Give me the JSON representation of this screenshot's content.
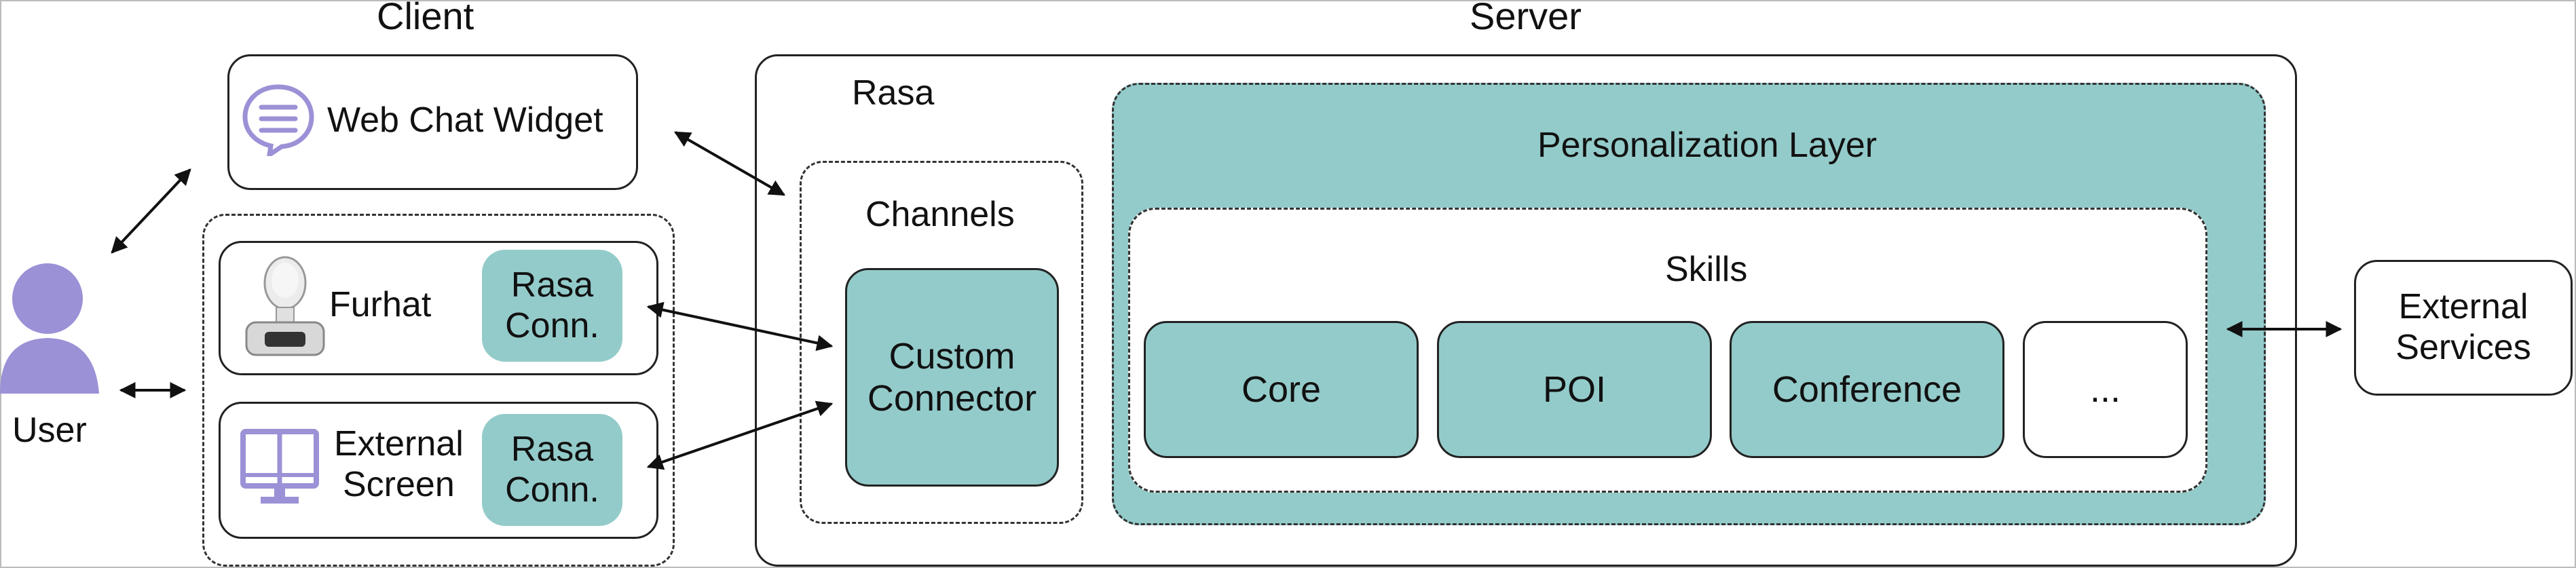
{
  "colors": {
    "teal": "#93cbca",
    "purple": "#9b91d6",
    "stroke": "#222222"
  },
  "headings": {
    "client": "Client",
    "server": "Server"
  },
  "user": {
    "label": "User",
    "icon": "user-icon"
  },
  "client": {
    "web_chat": {
      "label": "Web Chat Widget",
      "icon": "chat-bubble-icon"
    },
    "furhat": {
      "label": "Furhat",
      "icon": "robot-head-icon",
      "connector": "Rasa\nConn."
    },
    "external_screen": {
      "label": "External\nScreen",
      "icon": "monitor-icon",
      "connector": "Rasa\nConn."
    }
  },
  "server": {
    "rasa_label": "Rasa",
    "channels": {
      "label": "Channels",
      "connector": "Custom\nConnector"
    },
    "personalization_layer": "Personalization Layer",
    "skills": {
      "label": "Skills",
      "items": [
        "Core",
        "POI",
        "Conference",
        "..."
      ]
    }
  },
  "external_services": "External\nServices"
}
